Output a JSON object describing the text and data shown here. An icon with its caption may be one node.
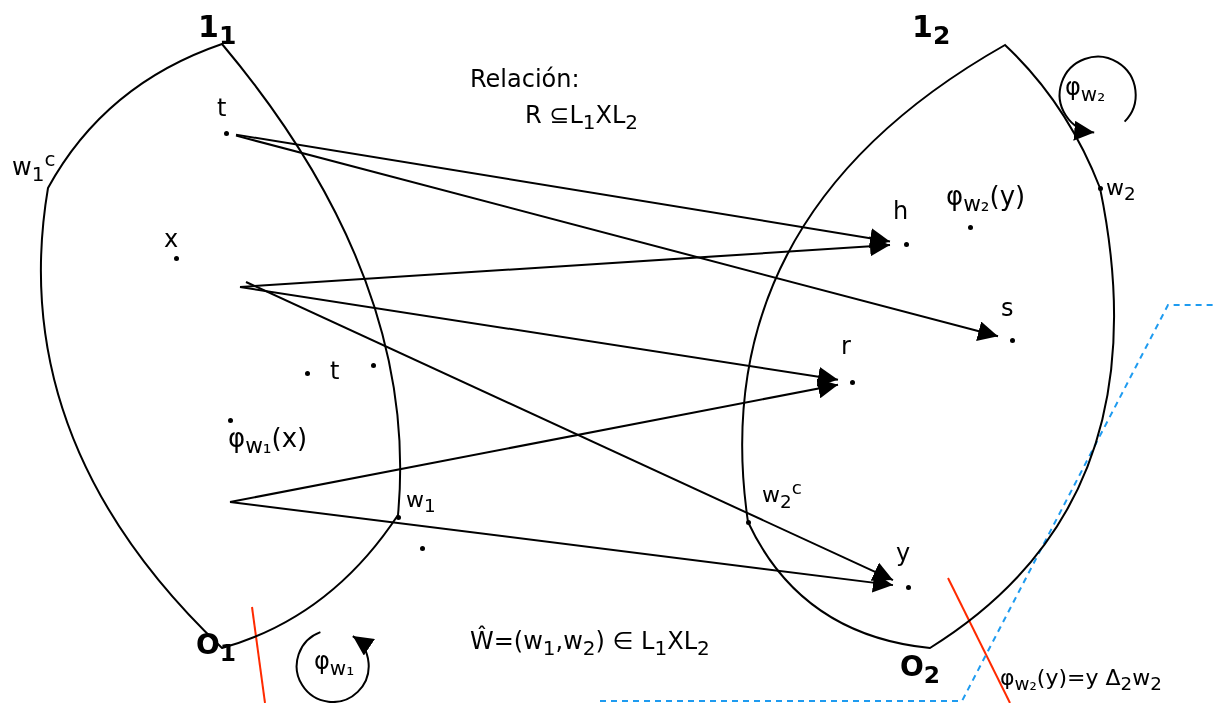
{
  "diagram": {
    "nodes": [
      {
        "text": [
          "1$_{1}$",
          "O$_{1}$"
        ]
      },
      {
        "text": [
          "t"
        ],
        "in": 0
      },
      {
        "text": [
          "1$_{2}$",
          "O$_{2}$"
        ]
      },
      {
        "text": [
          "h"
        ],
        "in": 2
      },
      {
        "text": [
          "s"
        ],
        "in": 2
      },
      {
        "text": [
          "r"
        ],
        "in": 2
      },
      {
        "text": [
          "y"
        ],
        "in": 2
      }
    ],
    "edges": [
      {
        "from": 1,
        "to": 3,
        "arrow": "to"
      },
      {
        "from": 1,
        "to": 4,
        "arrow": "to"
      },
      {
        "from": null,
        "to": 3,
        "arrow": "to"
      },
      {
        "from": null,
        "to": 5,
        "arrow": "to"
      },
      {
        "from": null,
        "to": 6,
        "arrow": "to"
      },
      {
        "from": null,
        "to": 5,
        "arrow": "to"
      },
      {
        "from": null,
        "to": 6,
        "arrow": "to"
      }
    ],
    "labels": [
      "Relación:",
      "R ⊆L$_{1}$XL$_{2}$",
      "φ$_{w₂}$",
      "w$_{1}$$^{c}$",
      "w$_{2}$",
      "φ$_{w₂}$(y)",
      "x",
      "t",
      "φ$_{w₁}$(x)",
      "w$_{1}$",
      "w$_{2}$$^{c}$",
      "φ$_{w₁}$",
      "Ŵ=(w$_{1}$,w$_{2}$) ∈ L$_{1}$XL$_{2}$",
      "φ$_{w₂}$(y)=y Δ$_{2}$w$_{2}$"
    ]
  }
}
